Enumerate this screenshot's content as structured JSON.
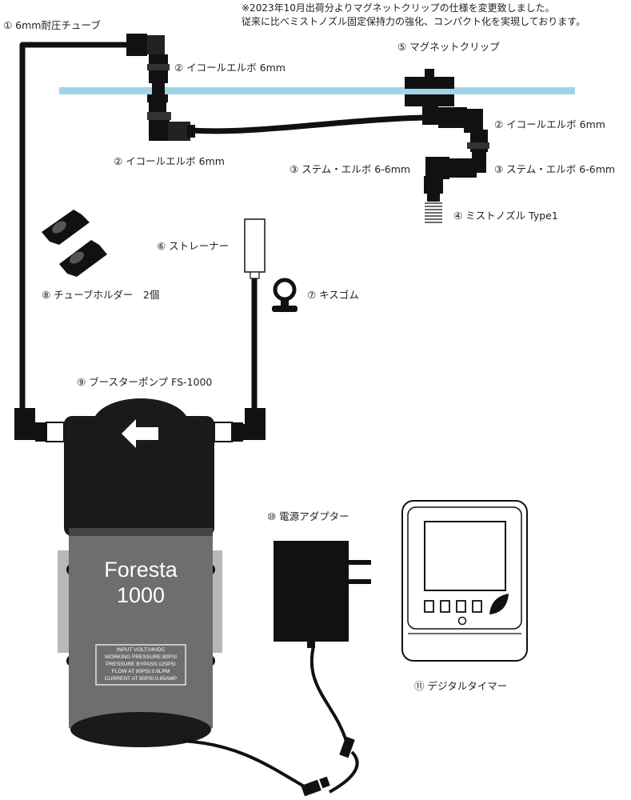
{
  "notice": {
    "line1": "※2023年10月出荷分よりマグネットクリップの仕様を変更致しました。",
    "line2": "従来に比べミストノズル固定保持力の強化、コンパクト化を実現しております。"
  },
  "parts": [
    {
      "id": "tube",
      "label": "① 6mm耐圧チューブ"
    },
    {
      "id": "elbow-top",
      "label": "② イコールエルボ 6mm"
    },
    {
      "id": "elbow-lower",
      "label": "② イコールエルボ 6mm"
    },
    {
      "id": "elbow-right",
      "label": "② イコールエルボ 6mm"
    },
    {
      "id": "stem-elbow-left",
      "label": "③ ステム・エルボ 6-6mm"
    },
    {
      "id": "stem-elbow-right",
      "label": "③ ステム・エルボ 6-6mm"
    },
    {
      "id": "mist-nozzle",
      "label": "④ ミストノズル Type1"
    },
    {
      "id": "magnet-clip",
      "label": "⑤ マグネットクリップ"
    },
    {
      "id": "strainer",
      "label": "⑥ ストレーナー"
    },
    {
      "id": "suction-cup",
      "label": "⑦ キスゴム"
    },
    {
      "id": "tube-holder",
      "label": "⑧ チューブホルダー　2個"
    },
    {
      "id": "booster-pump",
      "label": "⑨ ブースターポンプ FS-1000"
    },
    {
      "id": "power-adapter",
      "label": "⑩ 電源アダプター"
    },
    {
      "id": "digital-timer",
      "label": "⑪ デジタルタイマー"
    }
  ],
  "pump": {
    "brand": "Foresta",
    "model": "1000",
    "spec_lines": [
      "INPUT VOLT:24VDC",
      "WORKING PRESSURE:80PSI",
      "PRESSURE BYPASS:125PSI",
      "FLOW AT 80PSI:0.6LPM",
      "CURRENT AT 80PSI:0.65AMP"
    ]
  },
  "colors": {
    "tube": "#111111",
    "rail": "#9fd4e8",
    "pump_body": "#6e6e6e",
    "pump_top": "#1a1a1a"
  }
}
